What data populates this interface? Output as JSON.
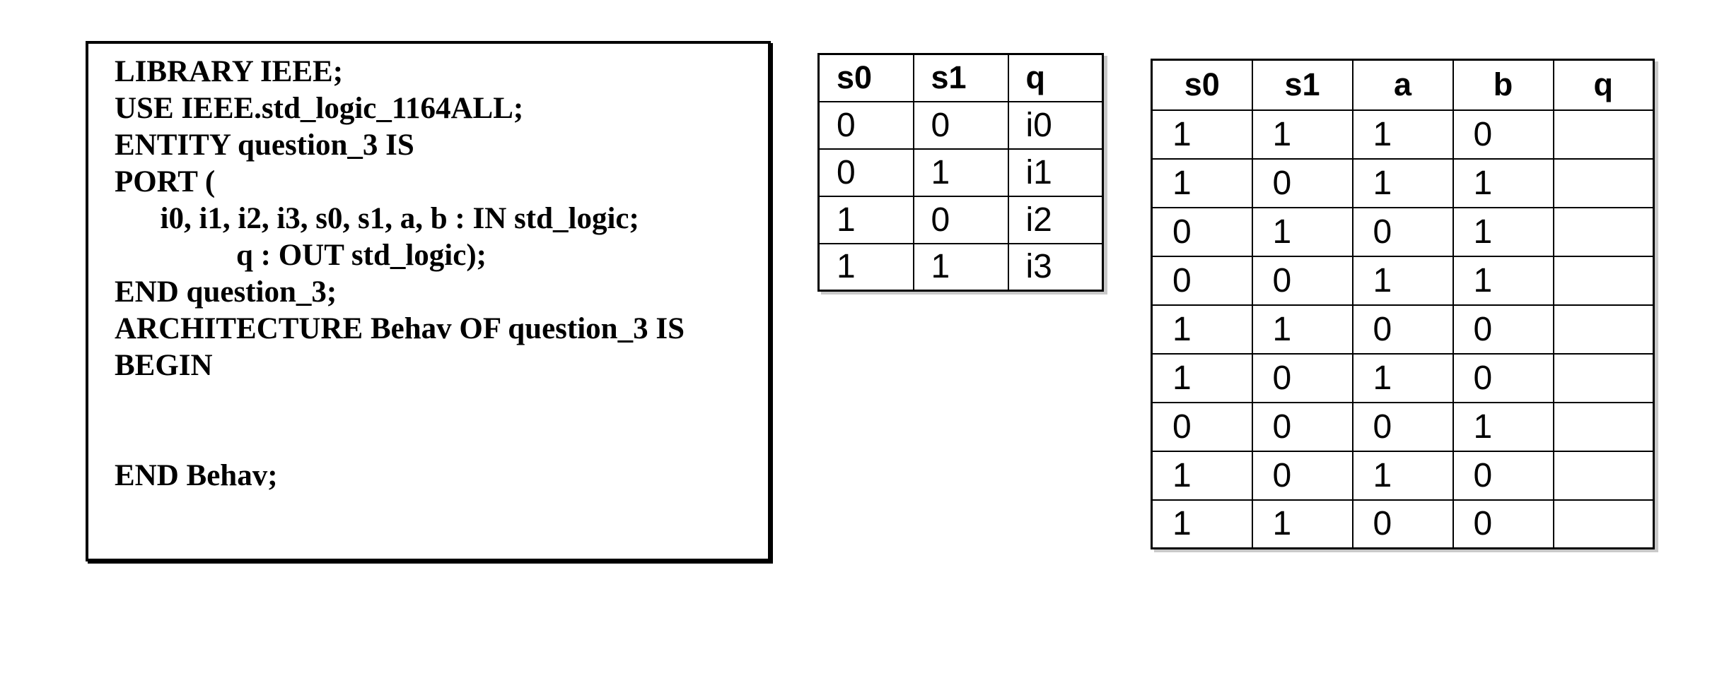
{
  "colors": {
    "text": "#000000",
    "border": "#000000",
    "background": "#ffffff",
    "table_shadow": "#c9c9c9"
  },
  "code_panel": {
    "lines": [
      "LIBRARY IEEE;",
      "USE IEEE.std_logic_1164ALL;",
      "ENTITY question_3 IS",
      "PORT (",
      "      i0, i1, i2, i3, s0, s1, a, b : IN std_logic;",
      "                q : OUT std_logic);",
      "END question_3;",
      "ARCHITECTURE Behav OF question_3 IS",
      "BEGIN",
      "",
      "",
      "END Behav;"
    ]
  },
  "selector_table": {
    "headers": [
      "s0",
      "s1",
      "q"
    ],
    "rows": [
      [
        "0",
        "0",
        "i0"
      ],
      [
        "0",
        "1",
        "i1"
      ],
      [
        "1",
        "0",
        "i2"
      ],
      [
        "1",
        "1",
        "i3"
      ]
    ]
  },
  "truth_table": {
    "headers": [
      "s0",
      "s1",
      "a",
      "b",
      "q"
    ],
    "rows": [
      [
        "1",
        "1",
        "1",
        "0",
        ""
      ],
      [
        "1",
        "0",
        "1",
        "1",
        ""
      ],
      [
        "0",
        "1",
        "0",
        "1",
        ""
      ],
      [
        "0",
        "0",
        "1",
        "1",
        ""
      ],
      [
        "1",
        "1",
        "0",
        "0",
        ""
      ],
      [
        "1",
        "0",
        "1",
        "0",
        ""
      ],
      [
        "0",
        "0",
        "0",
        "1",
        ""
      ],
      [
        "1",
        "0",
        "1",
        "0",
        ""
      ],
      [
        "1",
        "1",
        "0",
        "0",
        ""
      ]
    ]
  }
}
